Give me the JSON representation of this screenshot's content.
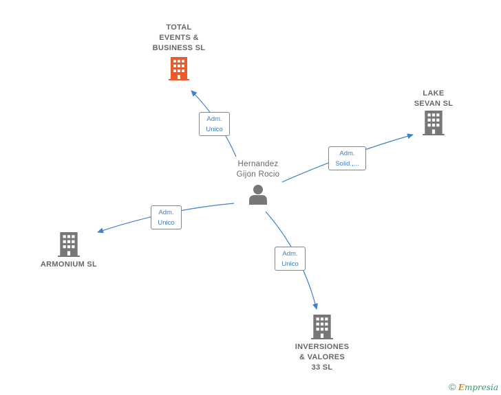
{
  "center": {
    "name": "Hernandez\nGijon Rocio",
    "icon": "person-icon"
  },
  "companies": [
    {
      "id": "total-events",
      "name": "TOTAL\nEVENTS &\nBUSINESS  SL",
      "color": "#f05a28",
      "icon": "building-icon"
    },
    {
      "id": "lake-sevan",
      "name": "LAKE\nSEVAN  SL",
      "color": "#777777",
      "icon": "building-icon"
    },
    {
      "id": "armonium",
      "name": "ARMONIUM  SL",
      "color": "#777777",
      "icon": "building-icon"
    },
    {
      "id": "inversiones",
      "name": "INVERSIONES\n& VALORES\n33 SL",
      "color": "#777777",
      "icon": "building-icon"
    }
  ],
  "relations": [
    {
      "to": "total-events",
      "label": "Adm.\nUnico"
    },
    {
      "to": "lake-sevan",
      "label": "Adm.\nSolid.,..."
    },
    {
      "to": "armonium",
      "label": "Adm.\nUnico"
    },
    {
      "to": "inversiones",
      "label": "Adm.\nUnico"
    }
  ],
  "footer": {
    "copyright": "©",
    "brand_initial": "E",
    "brand_rest": "mpresia"
  },
  "colors": {
    "edge": "#3a7fd0",
    "badge_border": "#4a8fd9"
  }
}
